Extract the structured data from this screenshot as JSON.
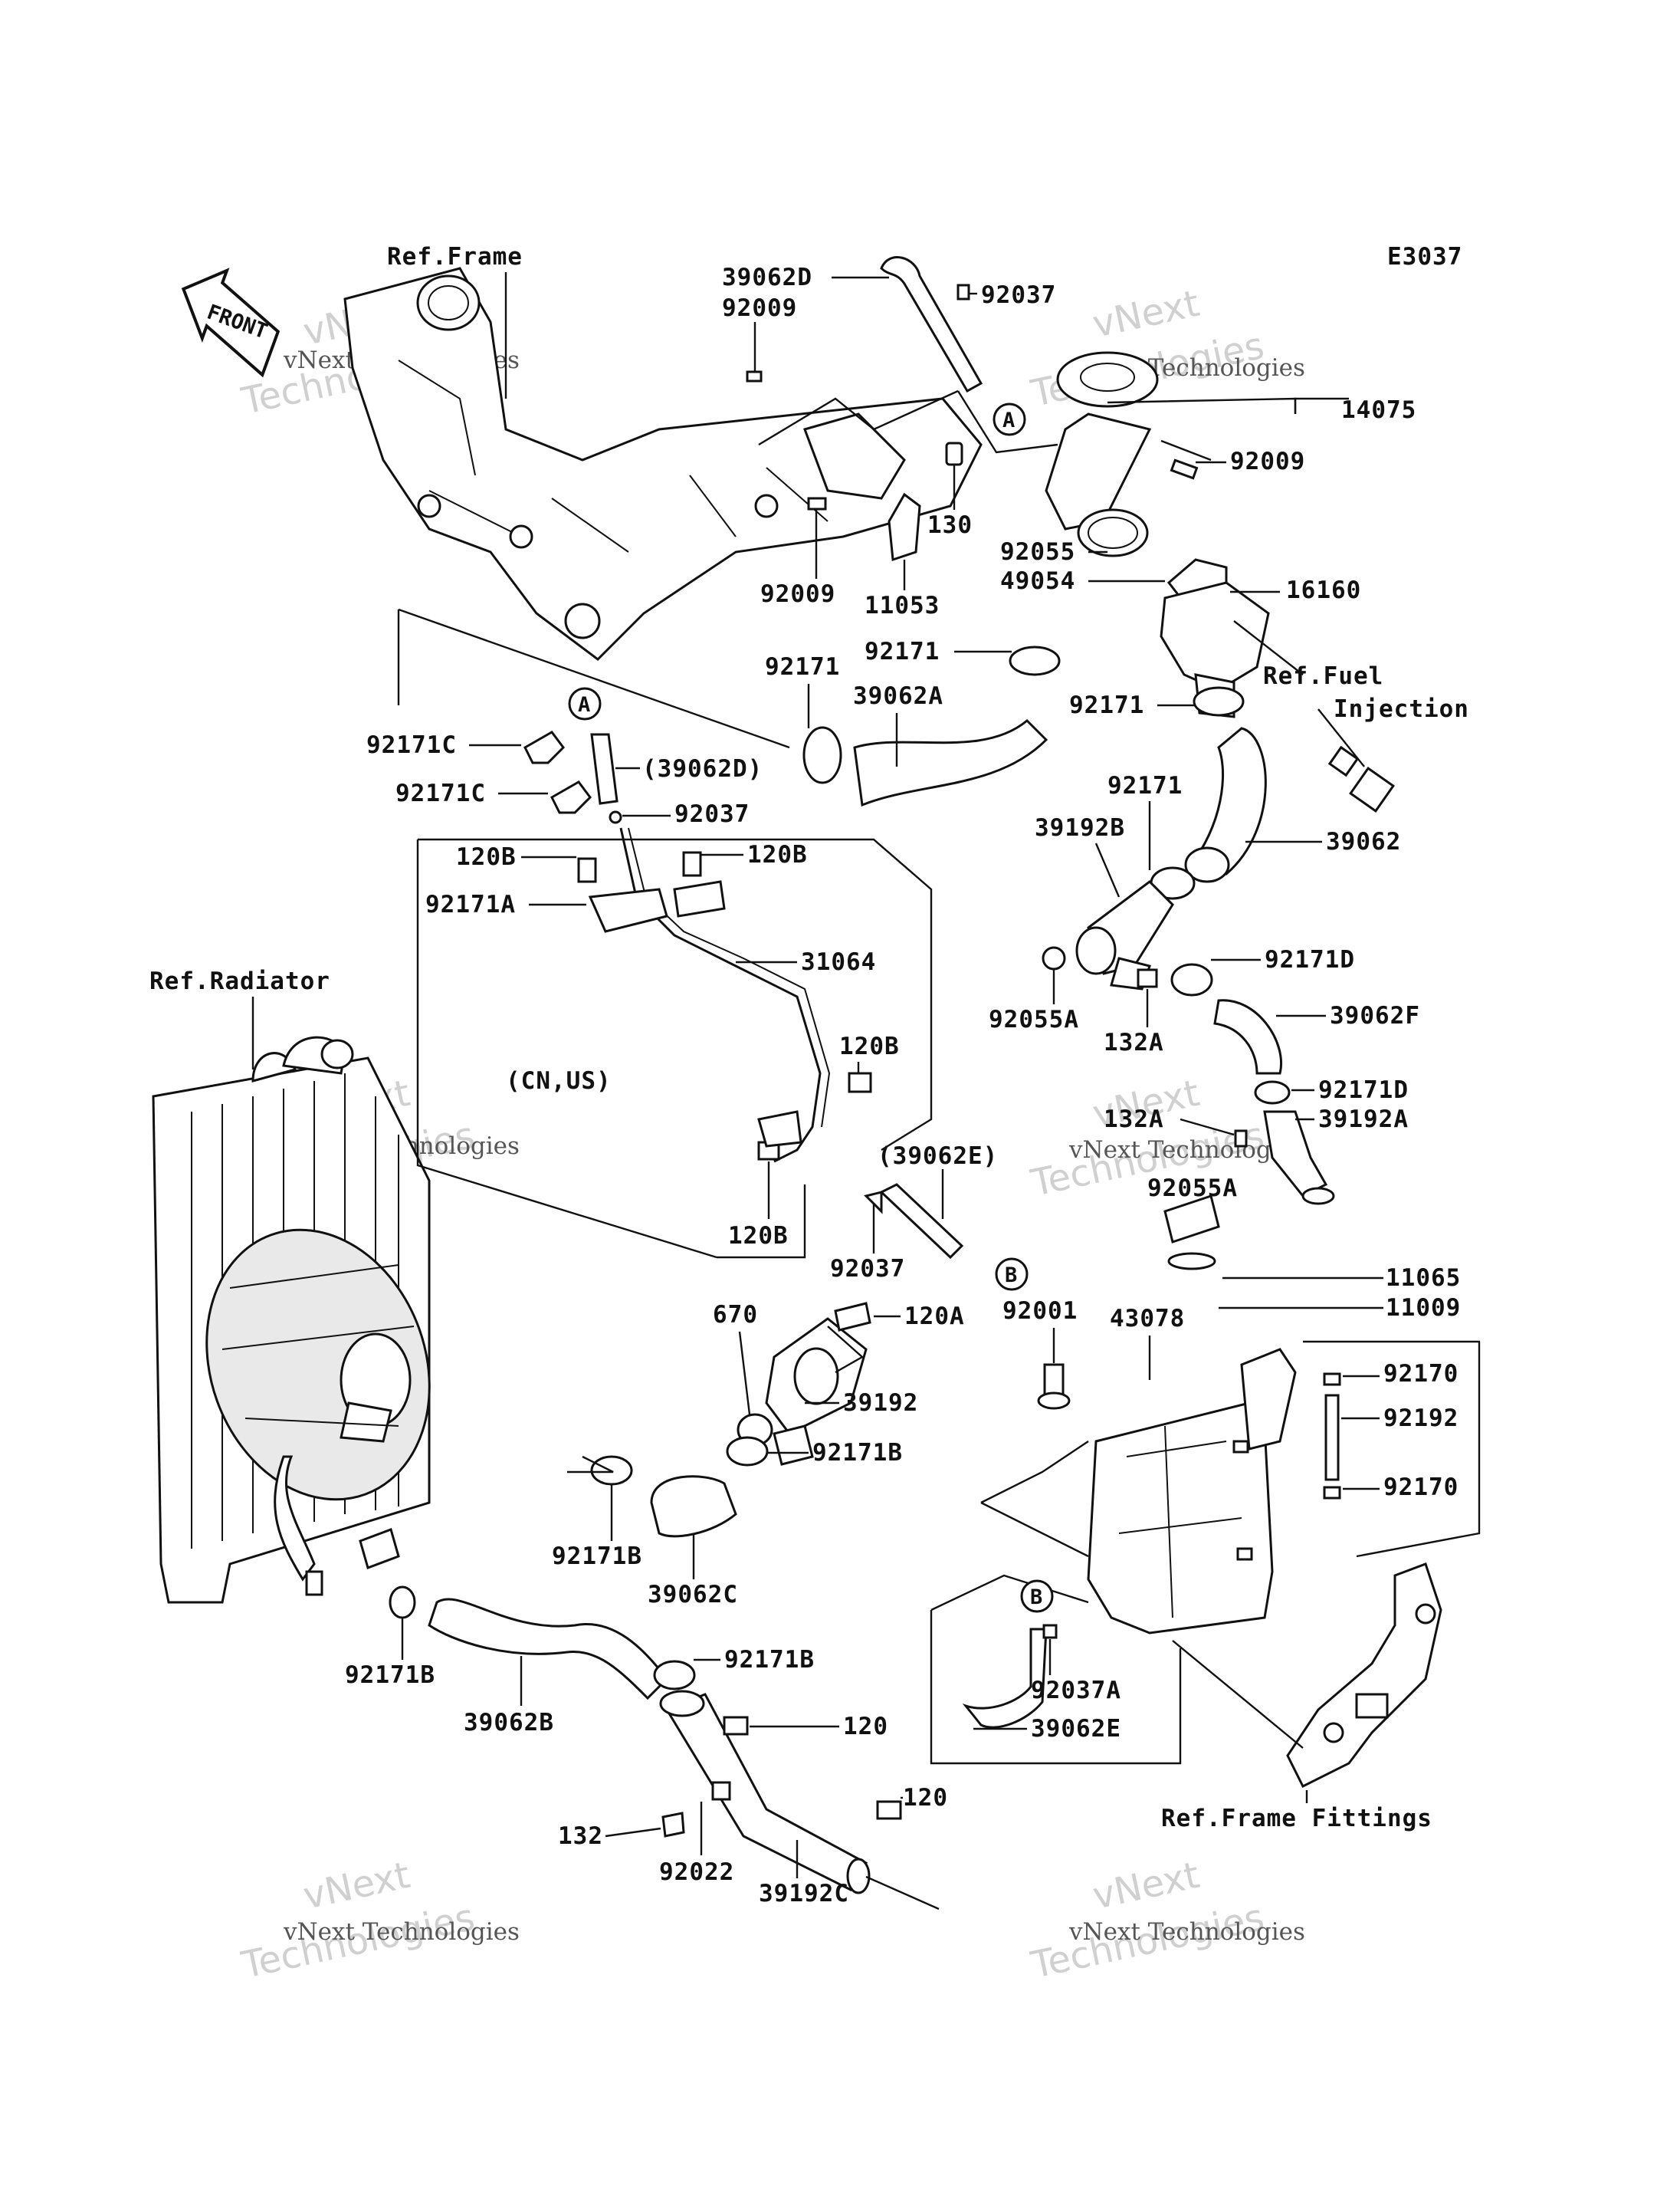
{
  "diagram_code": "E3037",
  "front_arrow_label": "FRONT",
  "refs": {
    "frame": "Ref.Frame",
    "radiator": "Ref.Radiator",
    "fuel_injection_1": "Ref.Fuel",
    "fuel_injection_2": "Injection",
    "frame_fittings": "Ref.Frame Fittings"
  },
  "variant_note": "(CN,US)",
  "callouts": {
    "A": "A",
    "B": "B"
  },
  "watermark": {
    "line1": "vNext",
    "line2": "Technologies",
    "line3": "vNext Technologies"
  },
  "part_labels": {
    "p39062D": "39062D",
    "p92037_top": "92037",
    "p92009_top": "92009",
    "p14075": "14075",
    "p92009_right": "92009",
    "p130": "130",
    "p92055": "92055",
    "p49054": "49054",
    "p16160": "16160",
    "p92009_bot": "92009",
    "p11053": "11053",
    "p92171_a": "92171",
    "p92171_b": "92171",
    "p39062A": "39062A",
    "p92171_c": "92171",
    "p92171C_1": "92171C",
    "p39062D_paren": "(39062D)",
    "p92171C_2": "92171C",
    "p92037_mid": "92037",
    "p120B_1": "120B",
    "p120B_2": "120B",
    "p92171A": "92171A",
    "p31064": "31064",
    "p39192B": "39192B",
    "p39062": "39062",
    "p92171D_1": "92171D",
    "p92055A_1": "92055A",
    "p132A_1": "132A",
    "p39062F": "39062F",
    "p120B_3": "120B",
    "p92171D_2": "92171D",
    "p132A_2": "132A",
    "p39192A": "39192A",
    "p39062E_paren": "(39062E)",
    "p92055A_2": "92055A",
    "p120B_4": "120B",
    "p92037_low": "92037",
    "p11065": "11065",
    "p11009": "11009",
    "p670": "670",
    "p120A": "120A",
    "p92001": "92001",
    "p43078": "43078",
    "p39192": "39192",
    "p92170_1": "92170",
    "p92192": "92192",
    "p92171B_1": "92171B",
    "p92170_2": "92170",
    "p92171B_2": "92171B",
    "p39062C": "39062C",
    "p92171B_3": "92171B",
    "p92171B_4": "92171B",
    "p120_1": "120",
    "p92037A": "92037A",
    "p39062B": "39062B",
    "p39062E": "39062E",
    "p120_2": "120",
    "p132": "132",
    "p92022": "92022",
    "p39192C": "39192C"
  },
  "colors": {
    "ink": "#111111",
    "watermark": "#d0d0d0",
    "background": "#ffffff"
  }
}
